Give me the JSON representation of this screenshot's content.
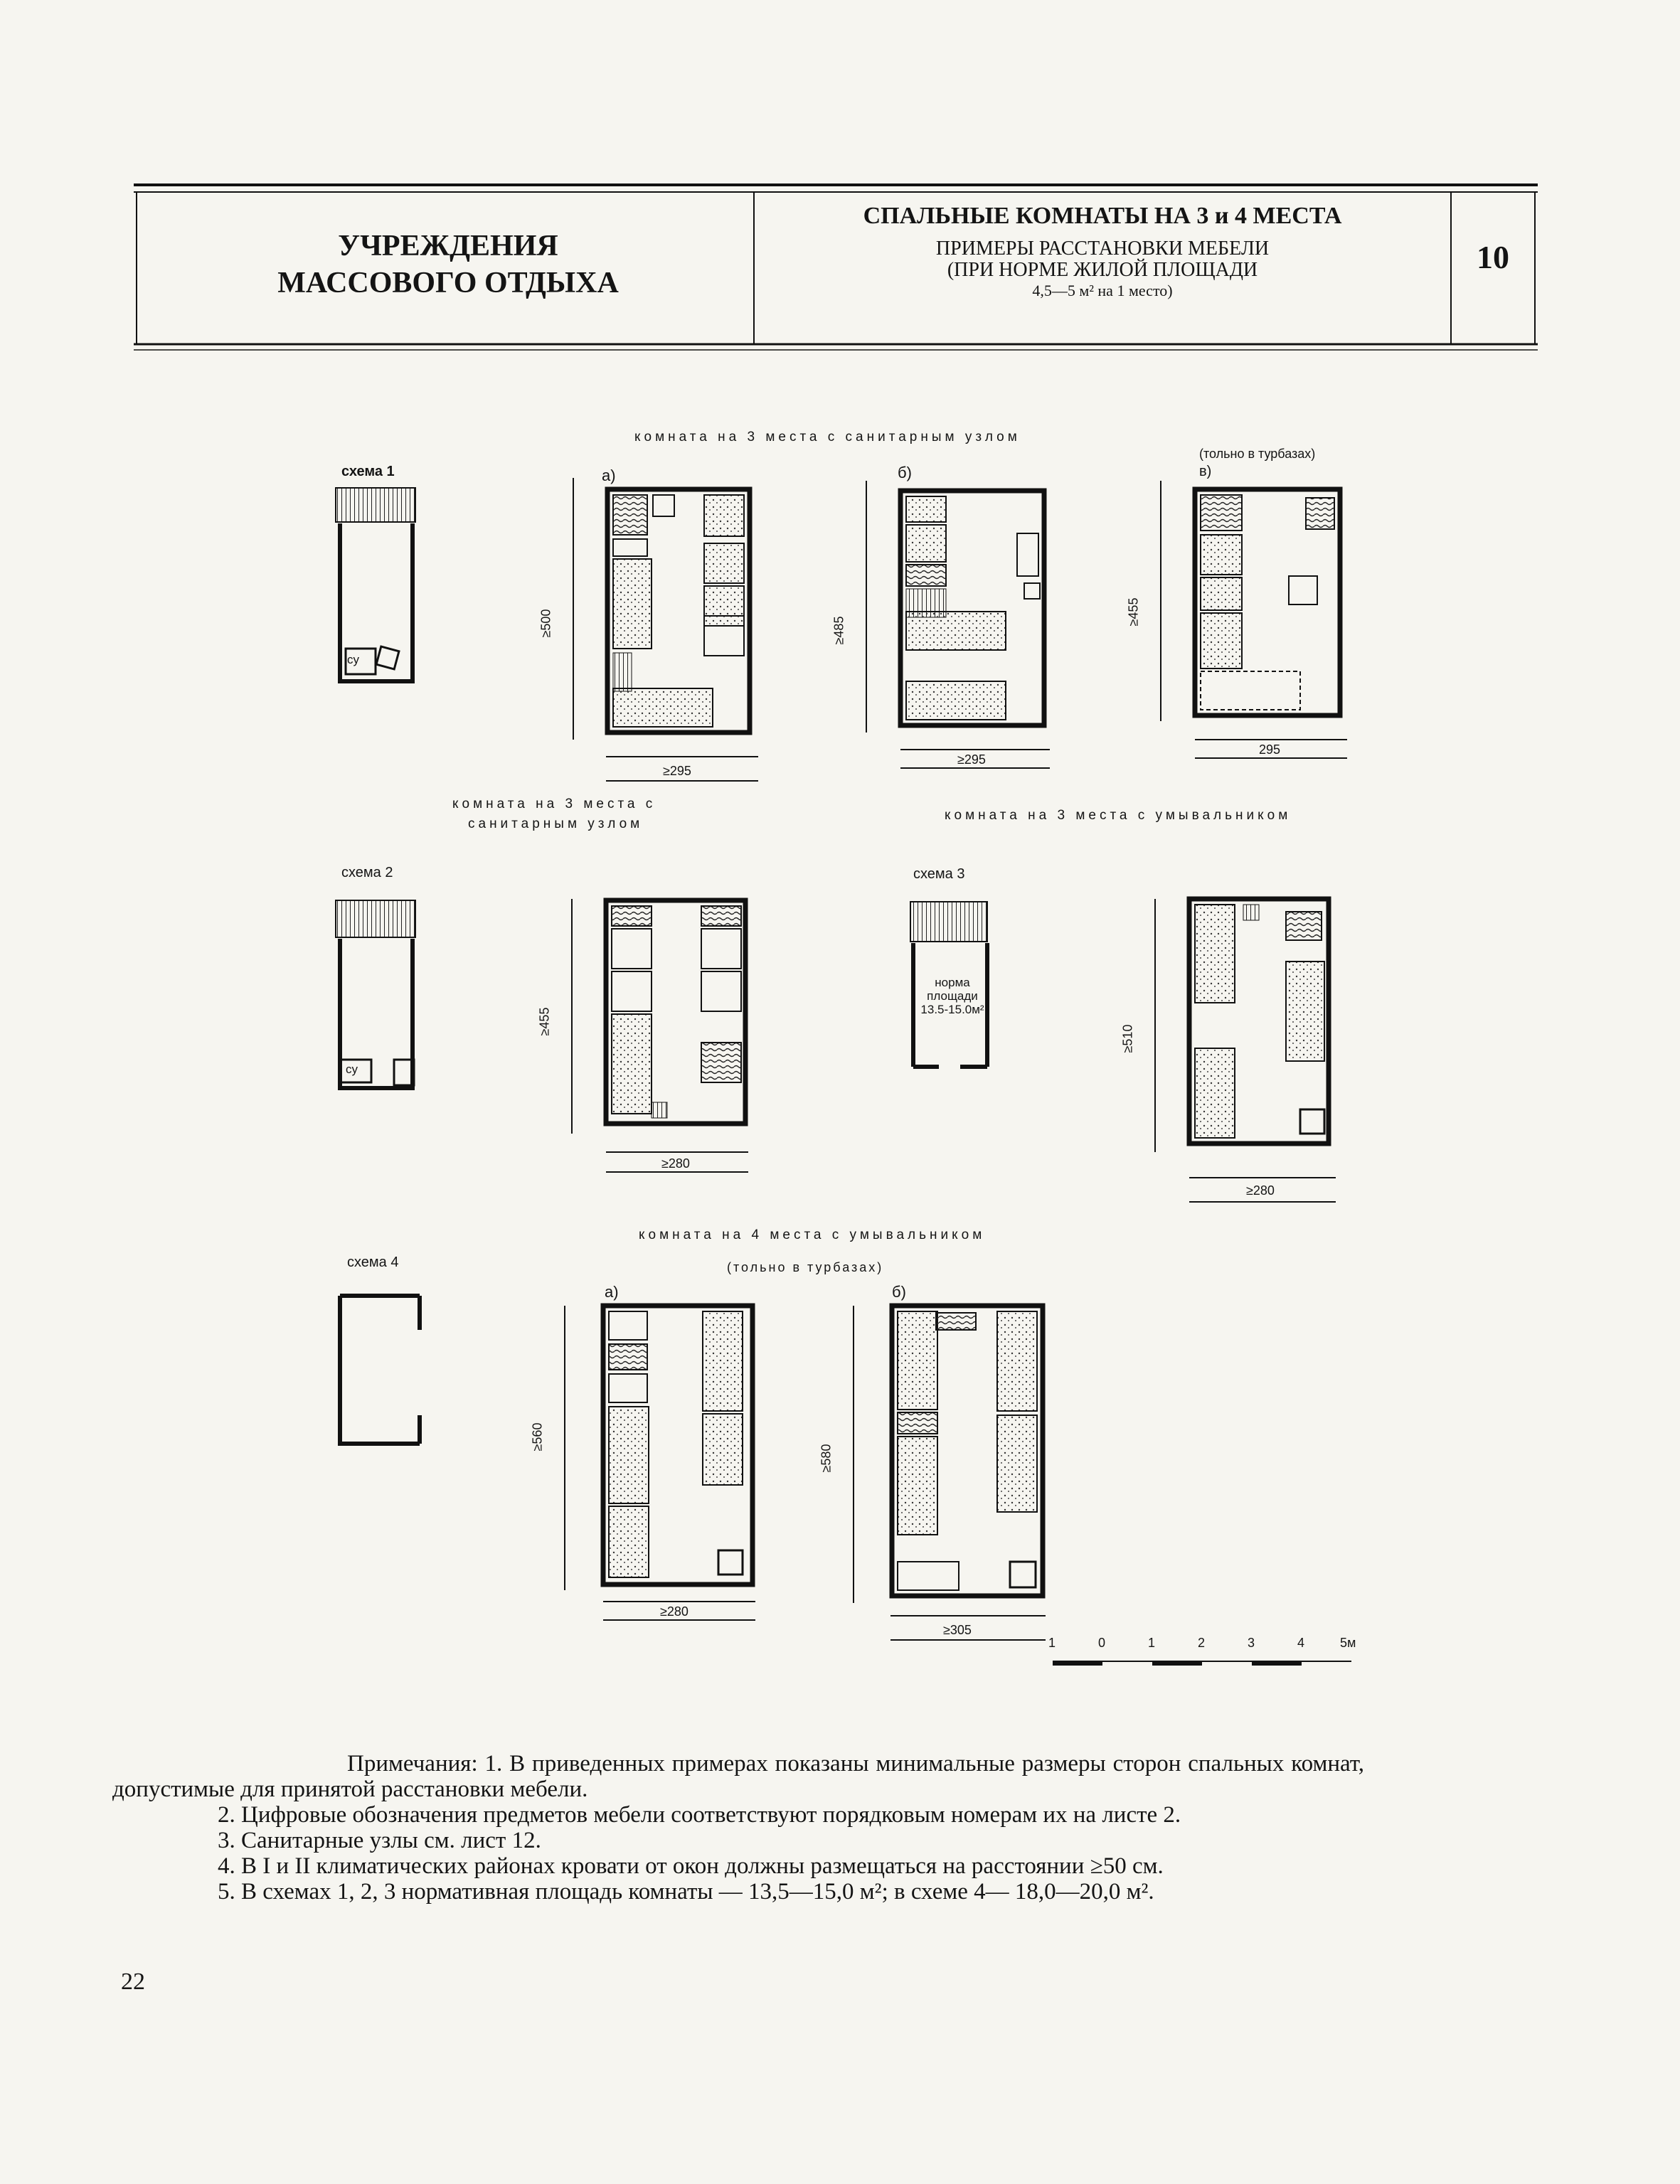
{
  "header": {
    "left_title_line1": "УЧРЕЖДЕНИЯ",
    "left_title_line2": "МАССОВОГО ОТДЫХА",
    "center_title": "СПАЛЬНЫЕ КОМНАТЫ НА 3 и 4 МЕСТА",
    "center_sub1": "ПРИМЕРЫ РАССТАНОВКИ МЕБЕЛИ",
    "center_sub2": "(ПРИ НОРМЕ ЖИЛОЙ ПЛОЩАДИ",
    "center_sub3": "4,5—5 м² на 1 место)",
    "sheet_number": "10"
  },
  "sections": {
    "s1_title": "комната на 3 места с санитарным узлом",
    "s1_note_c": "(тольно в турбазах)",
    "s2_title_line1": "комната на 3 места с",
    "s2_title_line2": "санитарным узлом",
    "s3_title": "комната на 3 места с умывальником",
    "s4_title": "комната на 4 места с умывальником",
    "s4_note": "(тольно в турбазах)"
  },
  "schemes": {
    "scheme1": "схема 1",
    "scheme2": "схема 2",
    "scheme3": "схема 3",
    "scheme4": "схема 4",
    "su": "су",
    "norm_line1": "норма",
    "norm_line2": "площади",
    "norm_line3": "13.5-15.0м²"
  },
  "plans": {
    "a_label": "а)",
    "b_label": "б)",
    "c_label": "в)",
    "p1a_width": "≥295",
    "p1b_width": "≥295",
    "p1c_width": "295",
    "p2_width": "≥280",
    "p3_width": "≥280",
    "p4a_width": "≥280",
    "p4b_width": "≥305",
    "p1a_height": "≥500",
    "p1b_height": "≥485",
    "p1c_height": "≥455",
    "p2_height": "≥455",
    "p3_height": "≥510",
    "p4a_height": "≥560",
    "p4b_height": "≥580"
  },
  "scale_bar": {
    "ticks": [
      "1",
      "0",
      "1",
      "2",
      "3",
      "4",
      "5м"
    ]
  },
  "notes": {
    "n1": "Примечания: 1. В приведенных примерах показаны минимальные размеры сторон спальных комнат, допустимые для принятой расстановки мебели.",
    "n2": "2. Цифровые обозначения предметов мебели соответствуют порядковым номерам их на листе 2.",
    "n3": "3. Санитарные узлы см. лист 12.",
    "n4": "4. В I и II климатических районах кровати от окон должны размещаться на расстоянии ≥50 см.",
    "n5": "5. В схемах 1, 2, 3 нормативная площадь комнаты — 13,5—15,0 м²; в схеме 4— 18,0—20,0 м²."
  },
  "page_number": "22"
}
